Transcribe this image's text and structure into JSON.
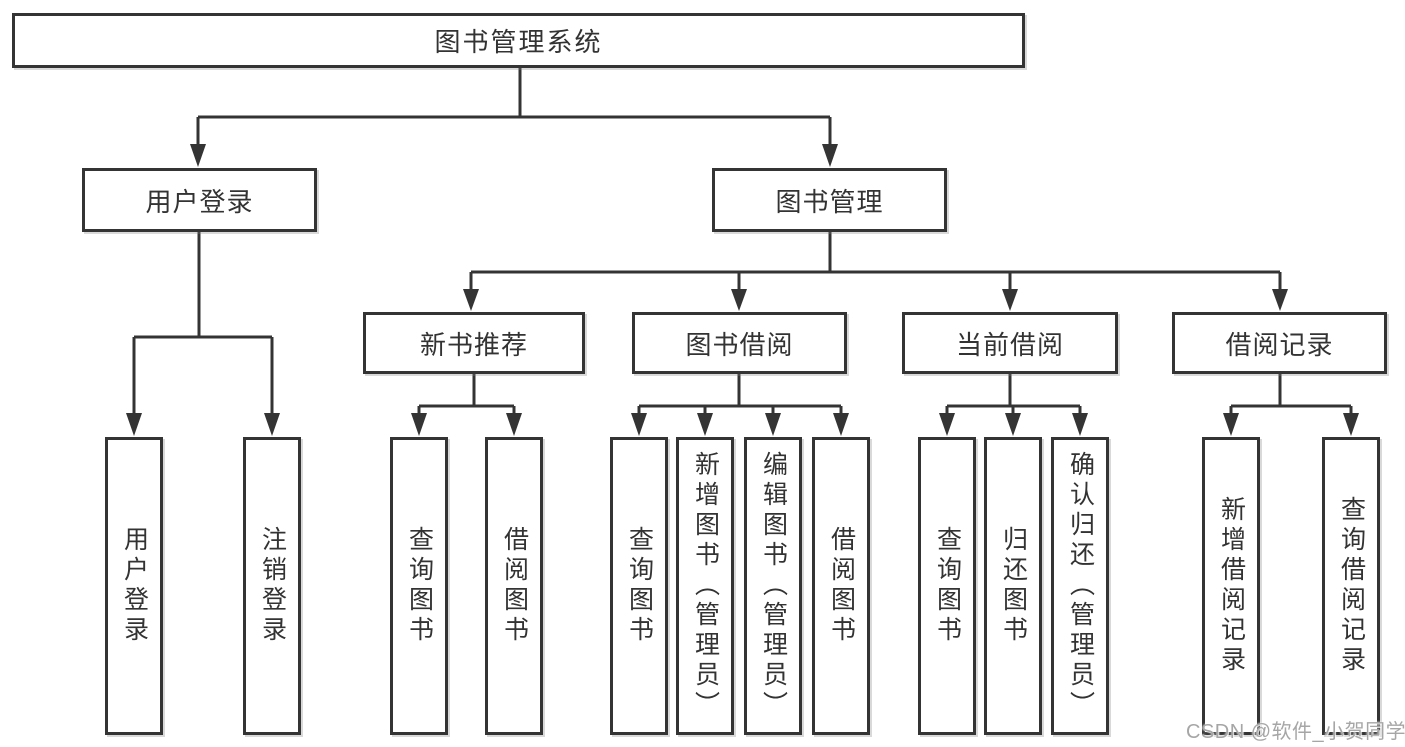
{
  "diagram": {
    "root": "图书管理系统",
    "level2": [
      {
        "label": "用户登录",
        "children": [
          "用户登录",
          "注销登录"
        ]
      },
      {
        "label": "图书管理",
        "groups": [
          {
            "label": "新书推荐",
            "children": [
              "查询图书",
              "借阅图书"
            ]
          },
          {
            "label": "图书借阅",
            "children": [
              "查询图书",
              "新增图书（管理员）",
              "编辑图书（管理员）",
              "借阅图书"
            ]
          },
          {
            "label": "当前借阅",
            "children": [
              "查询图书",
              "归还图书",
              "确认归还（管理员）"
            ]
          },
          {
            "label": "借阅记录",
            "children": [
              "新增借阅记录",
              "查询借阅记录"
            ]
          }
        ]
      }
    ]
  },
  "watermark": {
    "text": "CSDN @软件_小贺同学"
  },
  "colors": {
    "line": "#343434",
    "box_background": "#ffffff",
    "text": "#333333",
    "watermark": "#a6a6a6"
  }
}
